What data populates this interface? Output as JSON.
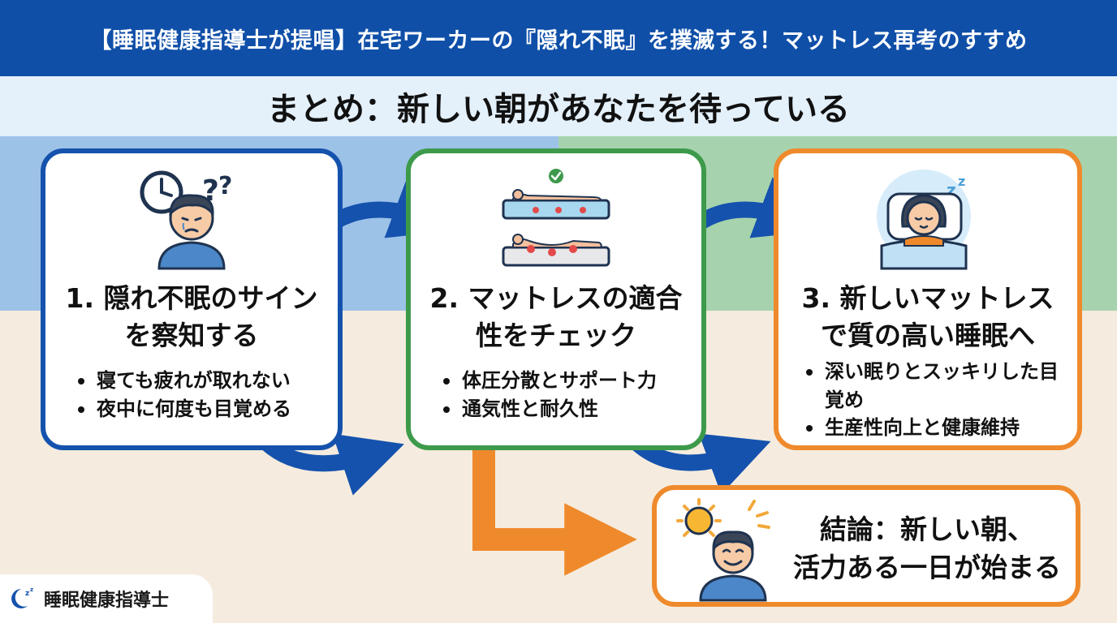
{
  "header": {
    "title": "【睡眠健康指導士が提唱】在宅ワーカーの『隠れ不眠』を撲滅する！マットレス再考のすすめ"
  },
  "subheader": {
    "title": "まとめ：新しい朝があなたを待っている"
  },
  "steps": [
    {
      "title": "1. 隠れ不眠のサイン\nを察知する",
      "bullets": [
        "寝ても疲れが取れない",
        "夜中に何度も目覚める"
      ],
      "icon": "tired-person-clock-icon"
    },
    {
      "title": "2. マットレスの適合\n性をチェック",
      "bullets": [
        "体圧分散とサポート力",
        "通気性と耐久性"
      ],
      "icon": "mattress-comparison-icon"
    },
    {
      "title": "3. 新しいマットレス\nで質の高い睡眠へ",
      "bullets": [
        "深い眠りとスッキリした目覚め",
        "生産性向上と健康維持"
      ],
      "icon": "sleeping-woman-icon"
    }
  ],
  "conclusion": {
    "text": "結論：新しい朝、\n活力ある一日が始まる",
    "icon": "smiling-man-sun-icon"
  },
  "brand": {
    "name": "睡眠健康指導士",
    "icon": "moon-zzz-icon"
  },
  "colors": {
    "header_blue": "#0f4fa8",
    "step1_border": "#1552ad",
    "step2_border": "#3d9a4b",
    "step3_border": "#ef8a2c",
    "arrow_blue": "#1552ad",
    "arrow_orange": "#ef8a2c"
  }
}
